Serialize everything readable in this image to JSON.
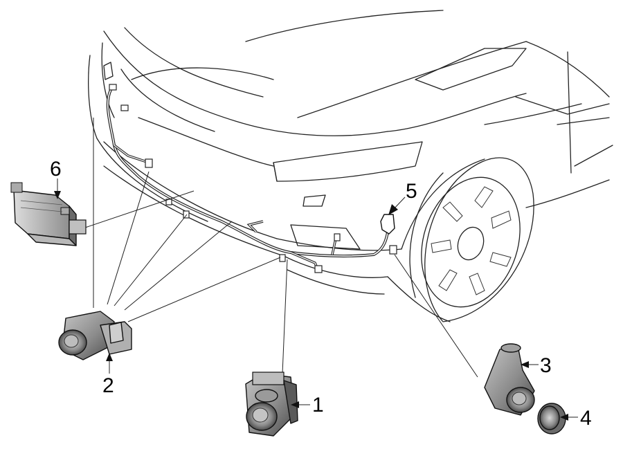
{
  "callouts": [
    {
      "id": "1",
      "label": "1"
    },
    {
      "id": "2",
      "label": "2"
    },
    {
      "id": "3",
      "label": "3"
    },
    {
      "id": "4",
      "label": "4"
    },
    {
      "id": "5",
      "label": "5"
    },
    {
      "id": "6",
      "label": "6"
    }
  ],
  "colors": {
    "line": "#222222",
    "sensor_gray": "#9a9a9a",
    "sensor_dark": "#4a4a4a",
    "background": "#ffffff"
  },
  "icons": [
    "car-body-outline",
    "wiring-harness",
    "park-assist-sensor",
    "control-module",
    "sensor-bezel"
  ]
}
